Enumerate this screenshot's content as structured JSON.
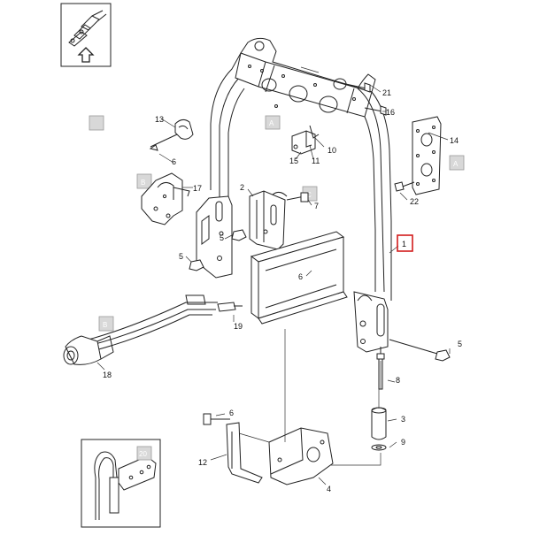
{
  "labels": {
    "p1": "1",
    "p2": "2",
    "p3": "3",
    "p4": "4",
    "p5a": "5",
    "p5b": "5",
    "p5c": "5",
    "p6a": "6",
    "p6b": "6",
    "p6c": "6",
    "p7": "7",
    "p8": "8",
    "p9": "9",
    "p10": "10",
    "p11": "11",
    "p12": "12",
    "p13": "13",
    "p14": "14",
    "p15": "15",
    "p16": "16",
    "p17": "17",
    "p18": "18",
    "p19": "19",
    "p21": "21",
    "p22": "22"
  },
  "refs": {
    "a1": "A",
    "a2": "A",
    "b1": "B",
    "b2": "B",
    "c1": "C",
    "ref20": "20"
  },
  "highlight": {
    "part": "1",
    "color": "#d21c1c"
  },
  "colors": {
    "ref_box": "#d8d8d8",
    "line": "#222222"
  }
}
